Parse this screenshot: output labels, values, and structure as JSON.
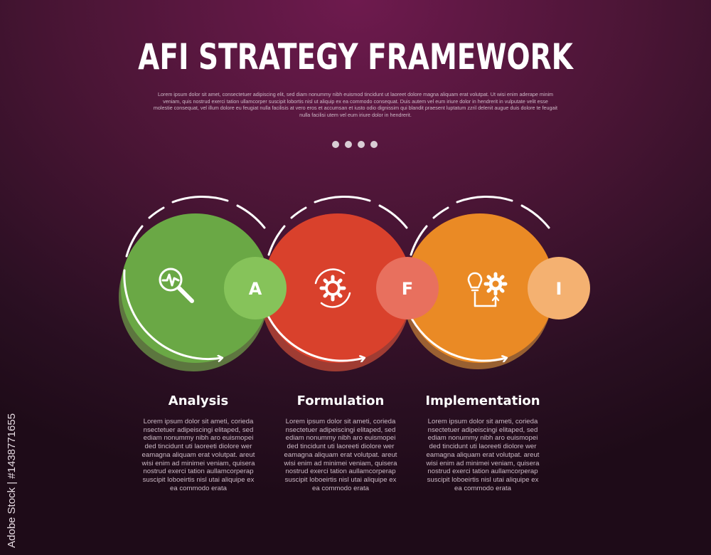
{
  "title": "AFI STRATEGY FRAMEWORK",
  "subtitle": "Lorem ipsum dolor sit amet, consectetuer adipiscing elit, sed diam nonummy nibh euismod tincidunt ut laoreet dolore magna aliquam erat volutpat. Ut wisi enim aderape minim veniam, quis nostrud exerci tation ullamcorper suscipit lobortis nisl ut aliquip ex ea commodo consequat. Duis autem vel eum iriure dolor in hendrerit in vulputate velit esse molestie consequat, vel illum dolore eu feugiat nulla facilisis at vero eros et accumsan et iusto odio dignissim qui blandit praesent luptatum zzril delenit augue duis dolore te feugait nulla facilisi utem vel eum iriure dolor in hendrerit.",
  "pagination_dots": 4,
  "stages": [
    {
      "letter": "A",
      "title": "Analysis",
      "icon": "magnifier-pulse-icon",
      "color": "#6aa845",
      "badge_color": "#86c35a",
      "description": "Lorem ipsum dolor sit ameti, corieda nsectetuer adipeiscingi elitaped, sed ediam nonummy nibh aro euismopei ded tincidunt uti laoreeti diolore wer eamagna aliquam erat volutpat. areut wisi enim ad minimei veniam, quisera nostrud exerci tation aullamcorperap suscipit loboeirtis nisl utai aliquipe ex ea commodo erata"
    },
    {
      "letter": "F",
      "title": "Formulation",
      "icon": "gear-cycle-icon",
      "color": "#d9412c",
      "badge_color": "#e8705e",
      "description": "Lorem ipsum dolor sit ameti, corieda nsectetuer adipeiscingi elitaped, sed ediam nonummy nibh aro euismopei ded tincidunt uti laoreeti diolore wer eamagna aliquam erat volutpat. areut wisi enim ad minimei veniam, quisera nostrud exerci tation aullamcorperap suscipit loboeirtis nisl utai aliquipe ex ea commodo erata"
    },
    {
      "letter": "I",
      "title": "Implementation",
      "icon": "bulb-gear-icon",
      "color": "#ea8a25",
      "badge_color": "#f4b171",
      "description": "Lorem ipsum dolor sit ameti, corieda nsectetuer adipeiscingi elitaped, sed ediam nonummy nibh aro euismopei ded tincidunt uti laoreeti diolore wer eamagna aliquam erat volutpat. areut wisi enim ad minimei veniam, quisera nostrud exerci tation aullamcorperap suscipit loboeirtis nisl utai aliquipe ex ea commodo erata"
    }
  ],
  "watermark": "Adobe Stock | #1438771655"
}
